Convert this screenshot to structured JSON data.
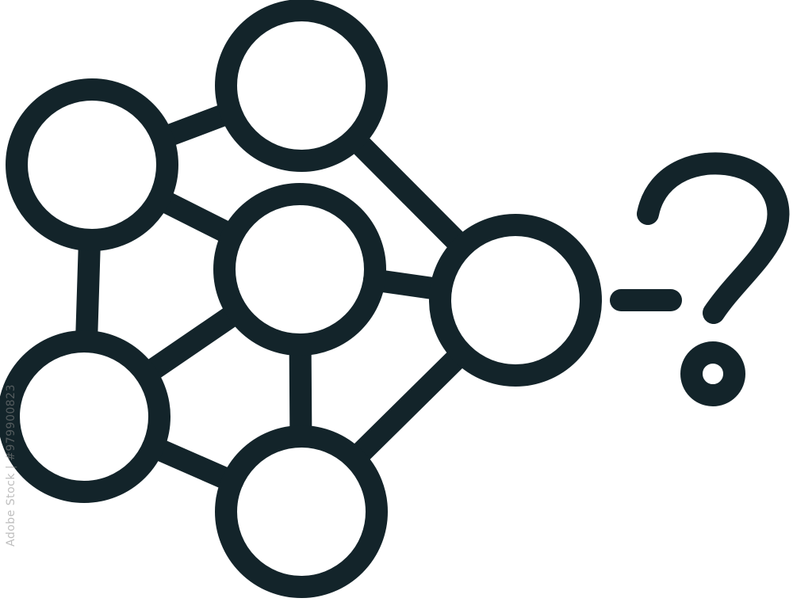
{
  "icon": {
    "name": "network-question-icon",
    "stroke_color": "#13242a",
    "background": "#ffffff"
  },
  "nodes": [
    {
      "id": "top-center"
    },
    {
      "id": "top-left"
    },
    {
      "id": "center"
    },
    {
      "id": "right-hub"
    },
    {
      "id": "bottom-left"
    },
    {
      "id": "bottom-center"
    }
  ],
  "connections": [
    [
      "top-center",
      "top-left"
    ],
    [
      "top-center",
      "right-hub"
    ],
    [
      "top-left",
      "center"
    ],
    [
      "top-left",
      "bottom-left"
    ],
    [
      "center",
      "right-hub"
    ],
    [
      "center",
      "bottom-left"
    ],
    [
      "center",
      "bottom-center"
    ],
    [
      "bottom-left",
      "bottom-center"
    ],
    [
      "right-hub",
      "bottom-center"
    ]
  ],
  "question_symbol": "?",
  "watermark": {
    "text": "Adobe Stock | #979900823",
    "color": "#8a8a8a"
  }
}
